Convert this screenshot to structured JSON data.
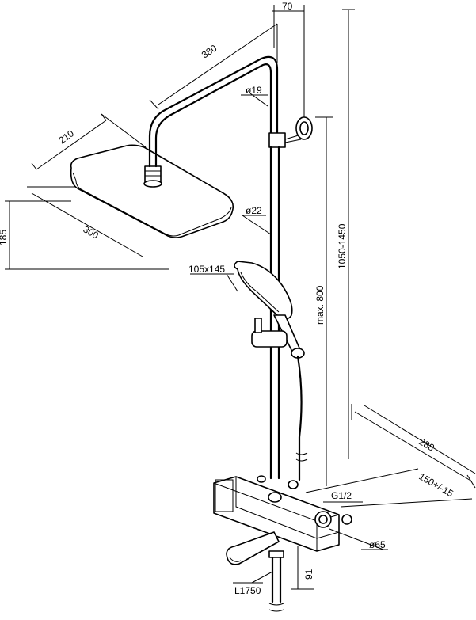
{
  "dimensions": {
    "width_head_depth": "210",
    "arm_length": "380",
    "wall_offset": "70",
    "total_height": "1050-1450",
    "head_width": "300",
    "head_height": "185",
    "arm_diameter": "ø19",
    "rail_diameter": "ø22",
    "hand_shower_size": "105x145",
    "max_slide": "max. 800",
    "mixer_depth": "288",
    "mixer_center_distance": "150+/-15",
    "connection_thread": "G1/2",
    "escutcheon_diameter": "ø65",
    "spout_height": "91",
    "hose_length": "L1750"
  }
}
